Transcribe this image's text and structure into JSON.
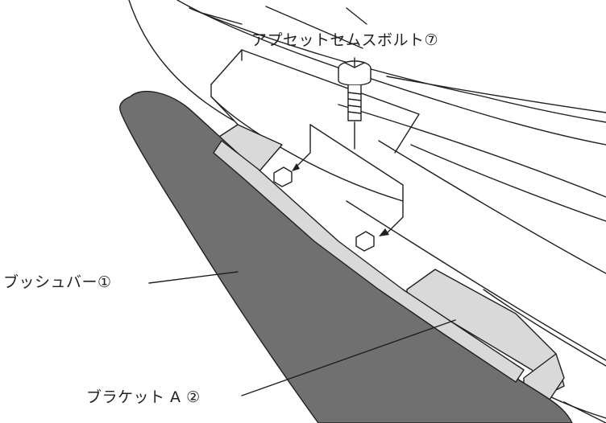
{
  "labels": {
    "bolt": "アプセットセムスボルト⑦",
    "bush_bar": "ブッシュバー①",
    "bracket": "ブラケット A ②"
  },
  "colors": {
    "bar_fill": "#707070",
    "bracket_fill": "#d9d9d9",
    "line": "#231f20",
    "background": "#ffffff"
  },
  "icons": {
    "bolt": "bolt-icon",
    "nut": "nut-icon",
    "arrow": "arrow-head"
  }
}
